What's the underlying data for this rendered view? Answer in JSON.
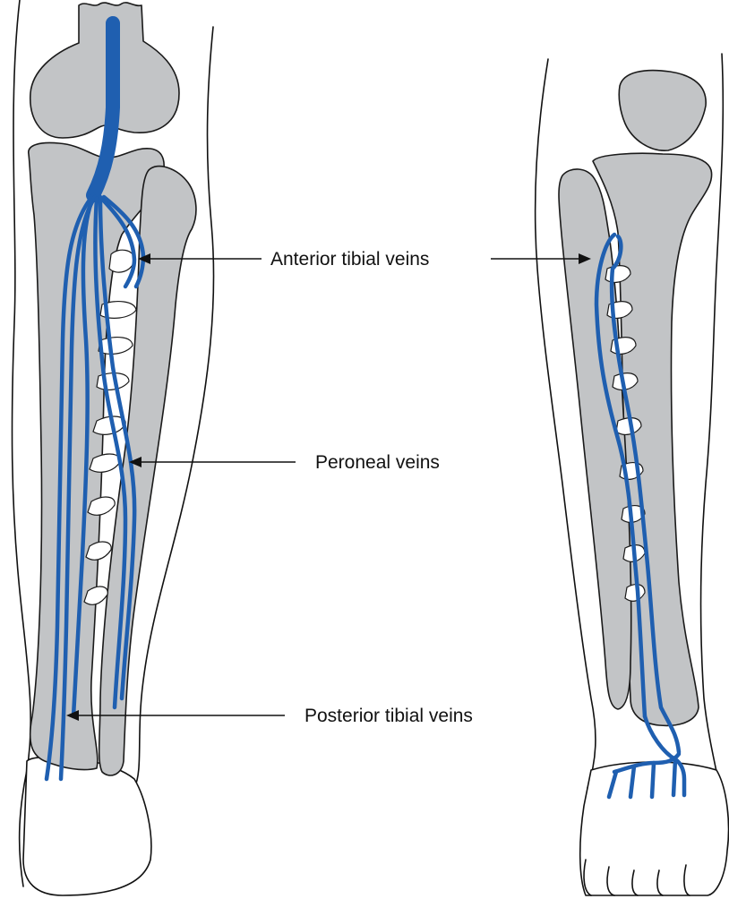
{
  "labels": {
    "anterior_tibial": "Anterior tibial veins",
    "peroneal": "Peroneal veins",
    "posterior_tibial": "Posterior tibial veins"
  },
  "colors": {
    "vein": "#1f5fb0",
    "bone": "#c2c4c6",
    "bone_dark": "#a6a8aa",
    "outline": "#111111"
  }
}
